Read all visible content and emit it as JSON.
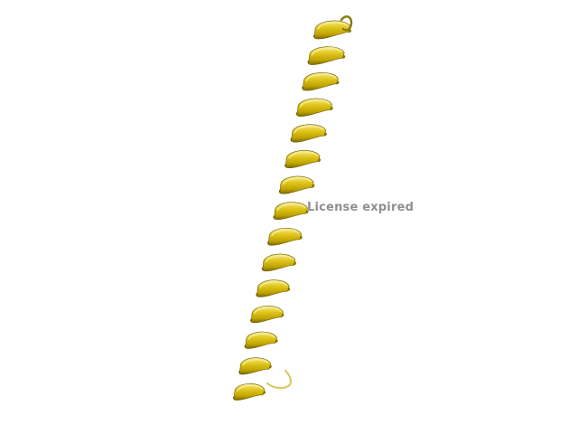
{
  "viewer": {
    "watermark_text": "License expired"
  },
  "molecule": {
    "representation": "cartoon",
    "structure": "alpha-helix",
    "colors": {
      "background": "#ffffff",
      "helix_dark": "#7a6a00",
      "helix_mid": "#bfa800",
      "helix_light": "#e8d24a",
      "helix_highlight": "#f6ec9a",
      "loop": "#d9c96a",
      "watermark": "#8f8f8f"
    }
  }
}
